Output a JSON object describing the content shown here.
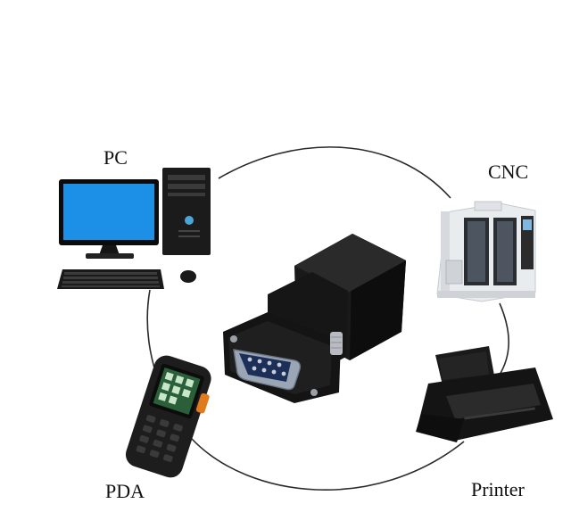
{
  "labels": {
    "pc": "PC",
    "cnc": "CNC",
    "pda": "PDA",
    "printer": "Printer"
  },
  "icons": [
    "connection-ring",
    "pc-icon",
    "cnc-machine-icon",
    "pda-icon",
    "printer-icon",
    "db9-to-rj45-adapter"
  ],
  "colors": {
    "ring": "#222222",
    "monitor_screen": "#1c8fe6",
    "adapter_body": "#1a1a1a",
    "db9_shell": "#9aa6b6",
    "cnc_body": "#e9ecef",
    "printer_body": "#141414"
  }
}
